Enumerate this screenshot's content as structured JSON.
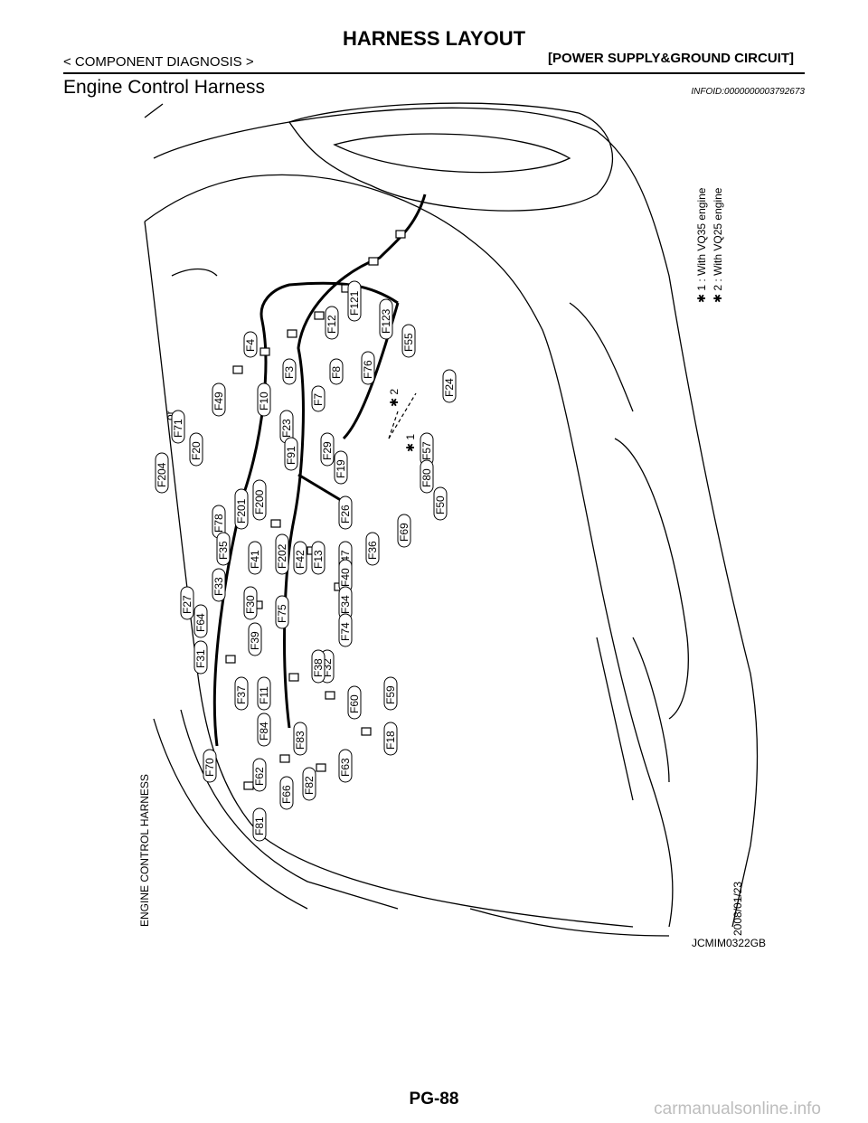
{
  "header": {
    "title": "HARNESS LAYOUT",
    "breadcrumb": "< COMPONENT DIAGNOSIS >",
    "section": "[POWER SUPPLY&GROUND CIRCUIT]"
  },
  "section": {
    "title": "Engine Control Harness",
    "info_id": "INFOID:0000000003792673"
  },
  "figure": {
    "harness_label": "ENGINE CONTROL HARNESS",
    "legend": [
      "✱ 1 : With VQ35 engine",
      "✱ 2 : With VQ25 engine"
    ],
    "star1": "✱ 1",
    "star2": "✱ 2",
    "or": "or",
    "date": "2008/01/23",
    "figure_id": "JCMIM0322GB",
    "connectors": [
      "F4",
      "F12",
      "F121",
      "F123",
      "F55",
      "F3",
      "F7",
      "F8",
      "F76",
      "F24",
      "F49",
      "F10",
      "F23",
      "F91",
      "F29",
      "F19",
      "F57",
      "F80",
      "F50",
      "F71",
      "F20",
      "F204",
      "F200",
      "F78",
      "F35",
      "F201",
      "F26",
      "F69",
      "F47",
      "F36",
      "F13",
      "F42",
      "F202",
      "F41",
      "F40",
      "F27",
      "F33",
      "F30",
      "F75",
      "F34",
      "F64",
      "F39",
      "F74",
      "F32",
      "F31",
      "F37",
      "F11",
      "F38",
      "F60",
      "F59",
      "F84",
      "F83",
      "F18",
      "F70",
      "F62",
      "F66",
      "F82",
      "F63",
      "F81"
    ]
  },
  "footer": {
    "page_number": "PG-88",
    "watermark": "carmanualsonline.info"
  }
}
